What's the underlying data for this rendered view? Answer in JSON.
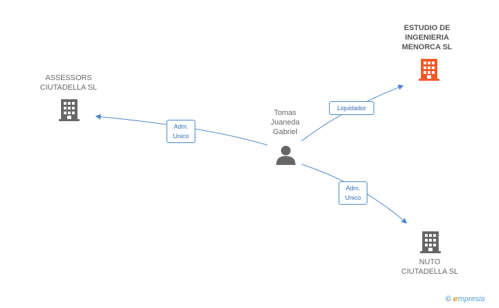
{
  "nodes": {
    "person": {
      "label": "Tomas\nJuaneda\nGabriel"
    },
    "estudio": {
      "label": "ESTUDIO DE\nINGENIERIA\nMENORCA SL",
      "color": "#f05a28"
    },
    "assessors": {
      "label": "ASSESSORS\nCIUTADELLA SL",
      "color": "#666666"
    },
    "nuto": {
      "label": "NUTO\nCIUTADELLA SL",
      "color": "#666666"
    }
  },
  "edges": {
    "to_assessors": {
      "label": "Adm.\nUnico"
    },
    "to_estudio": {
      "label": "Liquidador"
    },
    "to_nuto": {
      "label": "Adm.\nUnico"
    }
  },
  "colors": {
    "edge": "#4a86c8",
    "person_icon": "#666666"
  },
  "footer": {
    "copyright": "©",
    "brand_e": "ℯ",
    "brand": "mpresia"
  }
}
